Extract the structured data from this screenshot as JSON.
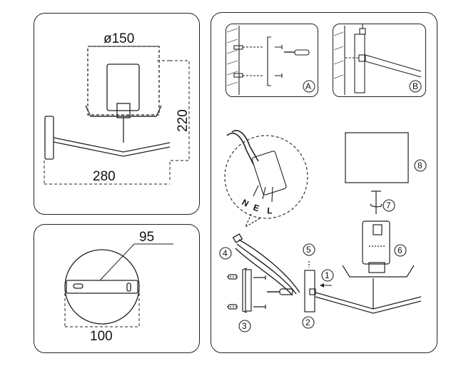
{
  "dimensions": {
    "diameter_label": "ø150",
    "height_label": "220",
    "width_label": "280",
    "plate_length_label": "95",
    "plate_diameter_label": "100"
  },
  "sub_labels": {
    "a": "A",
    "b": "B"
  },
  "wire_labels": [
    "N",
    "E",
    "L"
  ],
  "steps": [
    "1",
    "2",
    "3",
    "4",
    "5",
    "6",
    "7",
    "8"
  ]
}
